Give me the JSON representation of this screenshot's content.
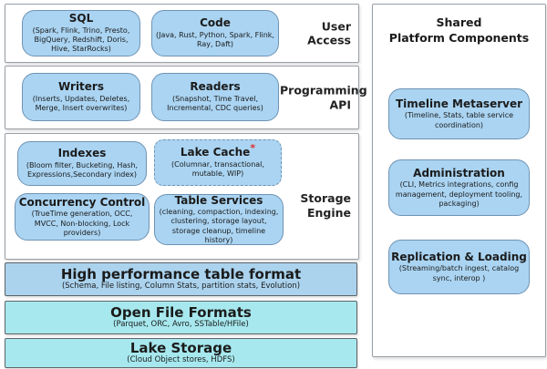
{
  "diagram": {
    "tiers": [
      {
        "label": "User Access",
        "boxes": [
          {
            "title": "SQL",
            "detail": "(Spark, Flink, Trino, Presto, BigQuery, Redshift, Doris, Hive, StarRocks)"
          },
          {
            "title": "Code",
            "detail": "(Java, Rust, Python, Spark, Flink, Ray, Daft)"
          }
        ]
      },
      {
        "label": "Programming API",
        "boxes": [
          {
            "title": "Writers",
            "detail": "(Inserts, Updates, Deletes, Merge, Insert overwrites)"
          },
          {
            "title": "Readers",
            "detail": "(Snapshot, Time Travel, Incremental, CDC queries)"
          }
        ]
      },
      {
        "label": "Storage Engine",
        "boxes": [
          {
            "title": "Indexes",
            "detail": "(Bloom filter, Bucketing, Hash, Expressions,Secondary index)"
          },
          {
            "title": "Lake Cache",
            "asterisk": "*",
            "detail": "(Columnar, transactional, mutable, WIP)"
          },
          {
            "title": "Concurrency Control",
            "detail": "(TrueTime generation, OCC, MVCC, Non-blocking, Lock providers)"
          },
          {
            "title": "Table Services",
            "detail": "(cleaning, compaction, indexing, clustering, storage layout, storage cleanup, timeline history)"
          }
        ]
      }
    ],
    "bars": [
      {
        "title": "High performance table format",
        "detail": "(Schema, File listing, Column Stats, partition stats, Evolution)",
        "color": "#abd3ee"
      },
      {
        "title": "Open File Formats",
        "detail": "(Parquet, ORC, Avro, SSTable/HFile)",
        "color": "#a6e8ee"
      },
      {
        "title": "Lake Storage",
        "detail": "(Cloud Object stores, HDFS)",
        "color": "#a6e8ee"
      }
    ],
    "shared_panel": {
      "title_line1": "Shared",
      "title_line2": "Platform Components",
      "boxes": [
        {
          "title": "Timeline Metaserver",
          "detail": "(Timeline, Stats, table service coordination)"
        },
        {
          "title": "Administration",
          "detail": "(CLI, Metrics integrations, config management, deployment tooling, packaging)"
        },
        {
          "title": "Replication & Loading",
          "detail": "(Streaming/batch ingest, catalog sync, interop )"
        }
      ]
    },
    "colors": {
      "node_fill": "#aad4f2",
      "node_border": "#6e93b4",
      "bar_blue": "#abd3ee",
      "bar_cyan": "#a6e8ee",
      "asterisk": "#e03131"
    }
  }
}
